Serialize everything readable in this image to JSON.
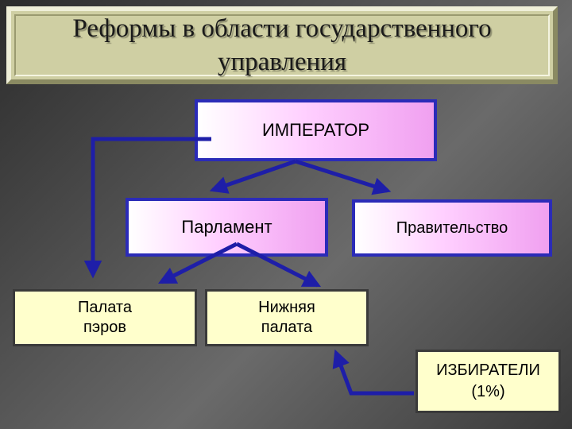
{
  "title": "Реформы в области государственного\nуправления",
  "nodes": {
    "emperor": "ИМПЕРАТОР",
    "parliament": "Парламент",
    "government": "Правительство",
    "peers": "Палата\nпэров",
    "lower": "Нижняя\nпалата",
    "voters": "ИЗБИРАТЕЛИ\n(1%)"
  },
  "colors": {
    "arrow": "#1e1ea8",
    "pink_box_border": "#2b2bb8",
    "yellow_box_fill": "#ffffcc"
  }
}
